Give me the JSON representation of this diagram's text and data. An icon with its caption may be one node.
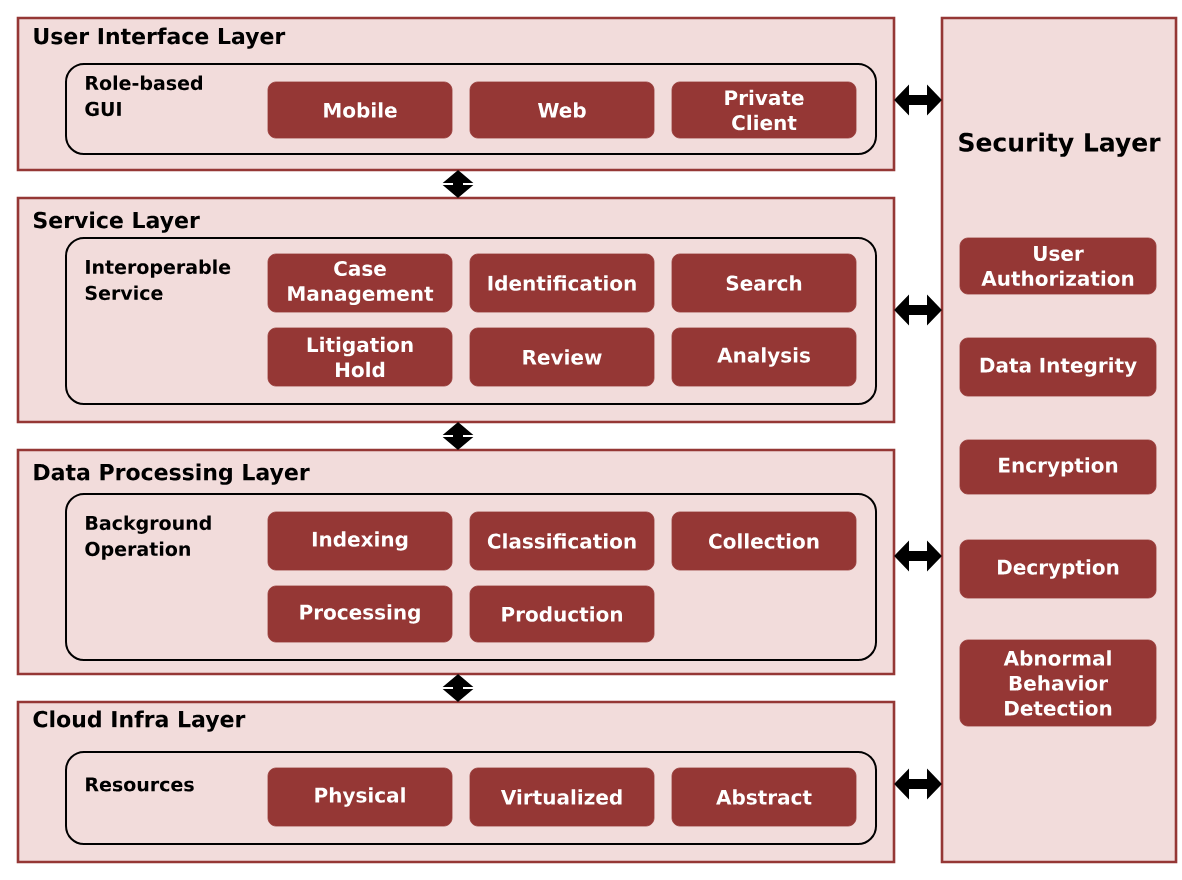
{
  "diagram": {
    "nodes": [
      {
        "text": [
          "User Interface Layer"
        ]
      },
      {
        "text": [
          "Role-based GUI"
        ],
        "in": 0
      },
      {
        "text": [
          "Mobile"
        ],
        "in": 1
      },
      {
        "text": [
          "Web"
        ],
        "in": 1
      },
      {
        "text": [
          "Private Client"
        ],
        "in": 1
      },
      {
        "text": [
          "Service Layer"
        ]
      },
      {
        "text": [
          "Interoperable Service"
        ],
        "in": 5
      },
      {
        "text": [
          "Case Management"
        ],
        "in": 6
      },
      {
        "text": [
          "Identification"
        ],
        "in": 6
      },
      {
        "text": [
          "Search"
        ],
        "in": 6
      },
      {
        "text": [
          "Litigation Hold"
        ],
        "in": 6
      },
      {
        "text": [
          "Review"
        ],
        "in": 6
      },
      {
        "text": [
          "Analysis"
        ],
        "in": 6
      },
      {
        "text": [
          "Data Processing Layer"
        ]
      },
      {
        "text": [
          "Background Operation"
        ],
        "in": 13
      },
      {
        "text": [
          "Indexing"
        ],
        "in": 14
      },
      {
        "text": [
          "Classification"
        ],
        "in": 14
      },
      {
        "text": [
          "Collection"
        ],
        "in": 14
      },
      {
        "text": [
          "Processing"
        ],
        "in": 14
      },
      {
        "text": [
          "Production"
        ],
        "in": 14
      },
      {
        "text": [
          "Cloud Infra Layer"
        ]
      },
      {
        "text": [
          "Resources"
        ],
        "in": 20
      },
      {
        "text": [
          "Physical"
        ],
        "in": 21
      },
      {
        "text": [
          "Virtualized"
        ],
        "in": 21
      },
      {
        "text": [
          "Abstract"
        ],
        "in": 21
      },
      {
        "text": [
          "Security Layer"
        ]
      },
      {
        "text": [
          "User Authorization"
        ],
        "in": 25
      },
      {
        "text": [
          "Data Integrity"
        ],
        "in": 25
      },
      {
        "text": [
          "Encryption"
        ],
        "in": 25
      },
      {
        "text": [
          "Decryption"
        ],
        "in": 25
      },
      {
        "text": [
          "Abnormal Behavior Detection"
        ],
        "in": 25
      }
    ],
    "edges": [
      {
        "from": 0,
        "to": 5,
        "arrow": "both"
      },
      {
        "from": 5,
        "to": 13,
        "arrow": "both"
      },
      {
        "from": 13,
        "to": 20,
        "arrow": "both"
      },
      {
        "from": 0,
        "to": 25,
        "arrow": "both"
      },
      {
        "from": 5,
        "to": 25,
        "arrow": "both"
      },
      {
        "from": 13,
        "to": 25,
        "arrow": "both"
      },
      {
        "from": 20,
        "to": 25,
        "arrow": "both"
      }
    ]
  }
}
